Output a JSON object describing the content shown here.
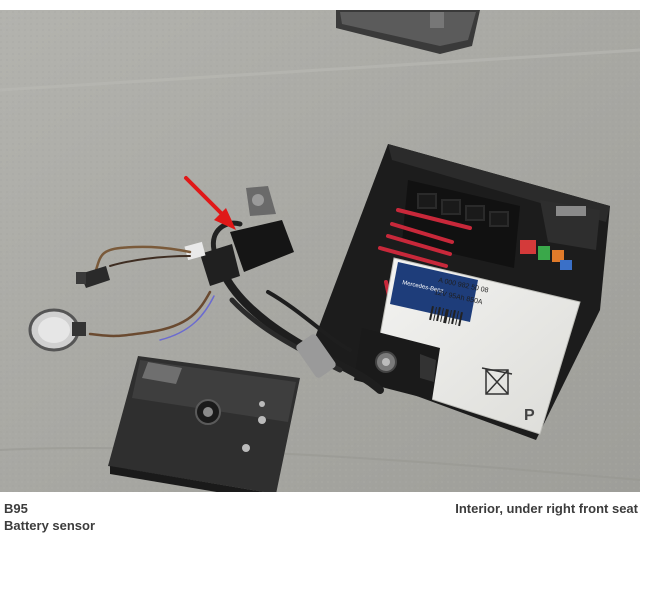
{
  "caption": {
    "code": "B95",
    "name": "Battery sensor",
    "location": "Interior, under right front seat"
  },
  "battery_label": {
    "brand": "Mercedes-Benz",
    "part_no": "A 000 982 50 08",
    "spec": "12V 95Ah 850A",
    "letter": "P"
  },
  "colors": {
    "carpet": "#a9a9a4",
    "arrow": "#e01818",
    "caption_text": "#3c3c3c"
  }
}
